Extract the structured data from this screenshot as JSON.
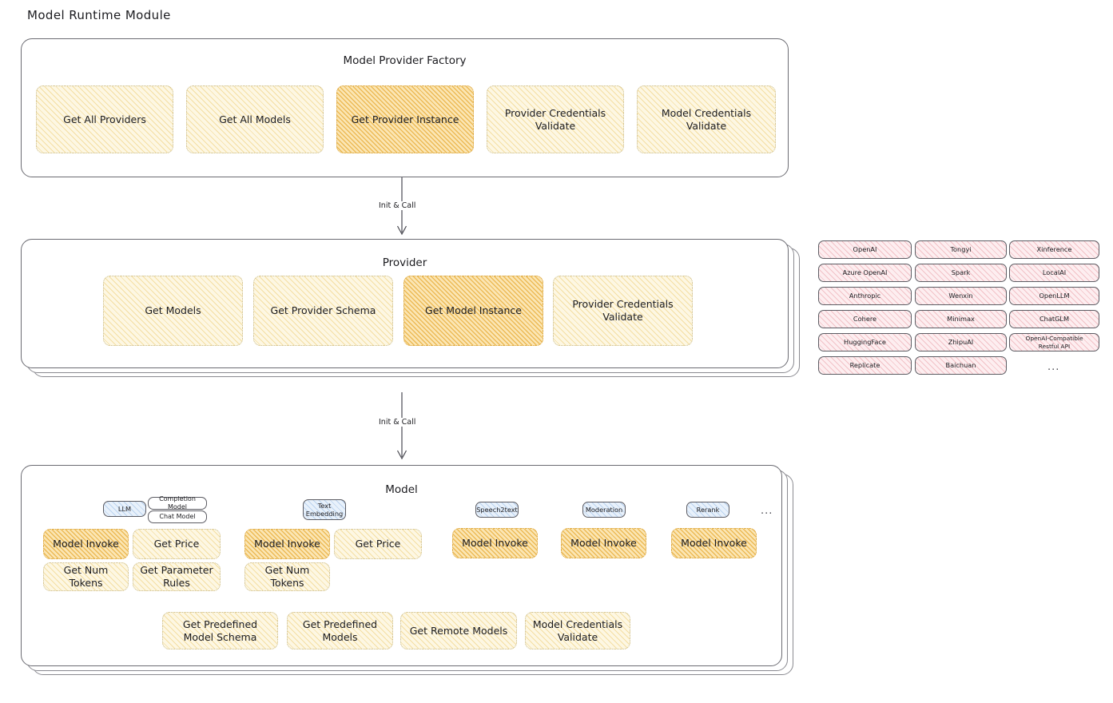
{
  "title": "Model Runtime Module",
  "factory": {
    "title": "Model Provider Factory",
    "nodes": [
      {
        "label": "Get All Providers",
        "highlight": false
      },
      {
        "label": "Get All Models",
        "highlight": false
      },
      {
        "label": "Get Provider Instance",
        "highlight": true
      },
      {
        "label": "Provider Credentials Validate",
        "highlight": false
      },
      {
        "label": "Model Credentials Validate",
        "highlight": false
      }
    ]
  },
  "arrows": [
    {
      "label": "Init & Call"
    },
    {
      "label": "Init & Call"
    }
  ],
  "provider": {
    "title": "Provider",
    "nodes": [
      {
        "label": "Get Models",
        "highlight": false
      },
      {
        "label": "Get Provider Schema",
        "highlight": false
      },
      {
        "label": "Get Model Instance",
        "highlight": true
      },
      {
        "label": "Provider Credentials Validate",
        "highlight": false
      }
    ]
  },
  "provider_list": {
    "columns": [
      [
        "OpenAI",
        "Azure OpenAI",
        "Anthropic",
        "Cohere",
        "HuggingFace",
        "Replicate"
      ],
      [
        "Tongyi",
        "Spark",
        "Wenxin",
        "Minimax",
        "ZhipuAI",
        "Baichuan"
      ],
      [
        "Xinference",
        "LocalAI",
        "OpenLLM",
        "ChatGLM",
        "OpenAI-Compatible Restful API"
      ]
    ],
    "more": "..."
  },
  "model": {
    "title": "Model",
    "more": "...",
    "types": [
      {
        "name": "LLM",
        "sub": [
          "Completion Model",
          "Chat Model"
        ],
        "nodes": [
          {
            "label": "Model Invoke",
            "highlight": true
          },
          {
            "label": "Get Price",
            "highlight": false
          },
          {
            "label": "Get Num Tokens",
            "highlight": false
          },
          {
            "label": "Get Parameter Rules",
            "highlight": false
          }
        ]
      },
      {
        "name": "Text Embedding",
        "sub": [],
        "nodes": [
          {
            "label": "Model Invoke",
            "highlight": true
          },
          {
            "label": "Get Price",
            "highlight": false
          },
          {
            "label": "Get Num Tokens",
            "highlight": false
          }
        ]
      },
      {
        "name": "Speech2text",
        "sub": [],
        "nodes": [
          {
            "label": "Model Invoke",
            "highlight": true
          }
        ]
      },
      {
        "name": "Moderation",
        "sub": [],
        "nodes": [
          {
            "label": "Model Invoke",
            "highlight": true
          }
        ]
      },
      {
        "name": "Rerank",
        "sub": [],
        "nodes": [
          {
            "label": "Model Invoke",
            "highlight": true
          }
        ]
      }
    ],
    "common_nodes": [
      {
        "label": "Get Predefined Model Schema"
      },
      {
        "label": "Get Predefined Models"
      },
      {
        "label": "Get Remote Models"
      },
      {
        "label": "Model Credentials Validate"
      }
    ]
  },
  "colors": {
    "pale_fill": "#fdf7e3",
    "gold_fill": "#fbe6b4",
    "pink_fill": "#fdeef0",
    "blue_fill": "#e8f1fb",
    "stroke": "#6b6b72",
    "text": "#1b1b1f"
  }
}
